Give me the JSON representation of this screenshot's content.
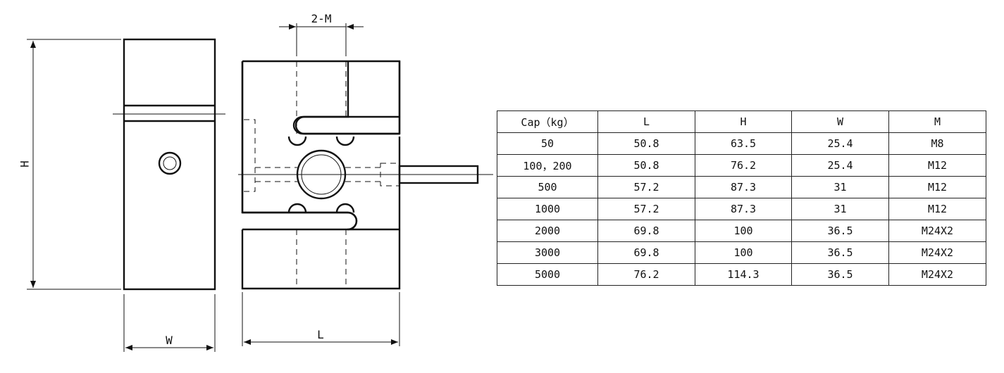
{
  "labels": {
    "height": "H",
    "width": "W",
    "length": "L",
    "thread": "2-M"
  },
  "table": {
    "headers": [
      "Cap（kg）",
      "L",
      "H",
      "W",
      "M"
    ],
    "rows": [
      [
        "50",
        "50.8",
        "63.5",
        "25.4",
        "M8"
      ],
      [
        "100，200",
        "50.8",
        "76.2",
        "25.4",
        "M12"
      ],
      [
        "500",
        "57.2",
        "87.3",
        "31",
        "M12"
      ],
      [
        "1000",
        "57.2",
        "87.3",
        "31",
        "M12"
      ],
      [
        "2000",
        "69.8",
        "100",
        "36.5",
        "M24X2"
      ],
      [
        "3000",
        "69.8",
        "100",
        "36.5",
        "M24X2"
      ],
      [
        "5000",
        "76.2",
        "114.3",
        "36.5",
        "M24X2"
      ]
    ]
  }
}
